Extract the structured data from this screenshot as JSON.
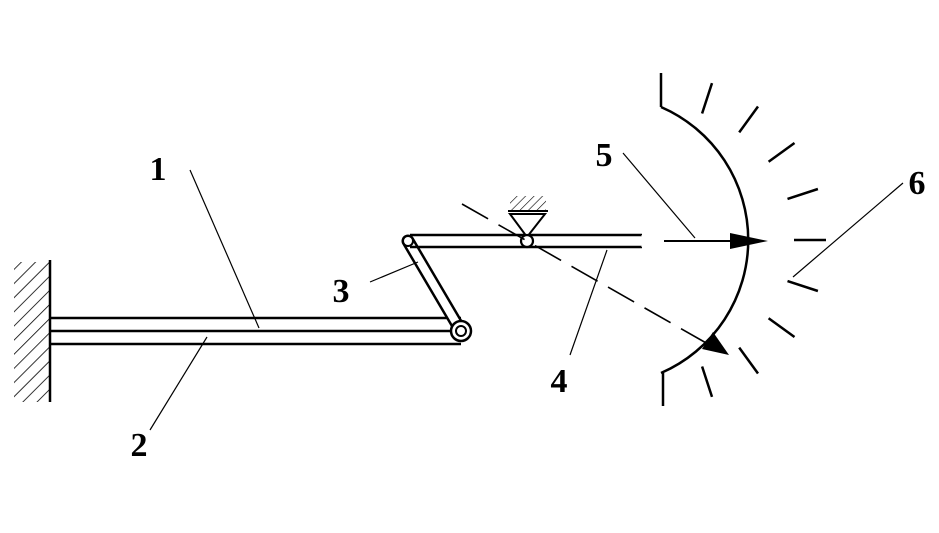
{
  "labels": {
    "part_1": "1",
    "part_2": "2",
    "part_3": "3",
    "part_4": "4",
    "part_5": "5",
    "part_6": "6"
  },
  "colors": {
    "ink": "#000000",
    "background": "#ffffff"
  }
}
